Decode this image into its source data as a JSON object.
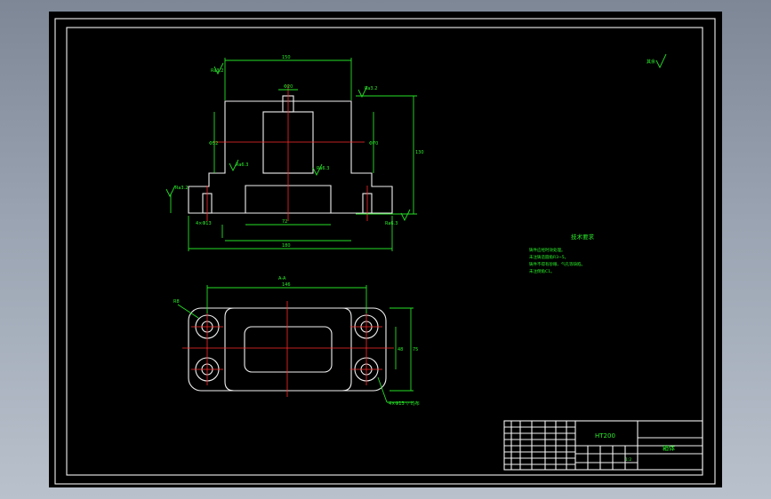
{
  "tech_requirements": {
    "title": "技术要求",
    "lines": [
      "铸件应经时效处理。",
      "未注铸造圆角R3~5。",
      "铸件不得有砂眼、气孔等缺陷。",
      "未注倒角C1。"
    ]
  },
  "title_block": {
    "part_name": "箱体",
    "material": "HT200",
    "scale": "1:2"
  },
  "views": {
    "section_label": "A-A",
    "roughness_top_right": "其余"
  },
  "colors": {
    "sheet": "#000000",
    "lines": "#26e026",
    "outline": "#f2f2f2",
    "centerline": "#ff2a2a"
  }
}
